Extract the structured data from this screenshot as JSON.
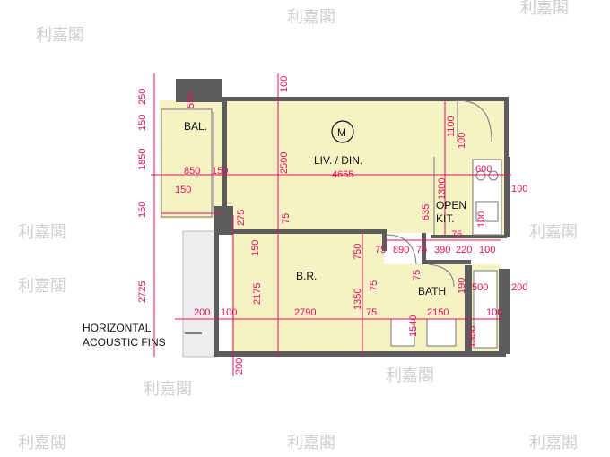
{
  "colors": {
    "floor": "#f5f2c4",
    "wall": "#5c5c5c",
    "dimension": "#e0115f",
    "grey": "#d9d9d9",
    "watermark": "#d6d6d6"
  },
  "rooms": {
    "balcony": "BAL.",
    "living": "LIV. / DIN.",
    "marker": "M",
    "kitchen_1": "OPEN",
    "kitchen_2": "KIT.",
    "bedroom": "B.R.",
    "bath": "BATH"
  },
  "note": {
    "line1": "HORIZONTAL",
    "line2": "ACOUSTIC FINS"
  },
  "watermark": {
    "text": "利嘉閣"
  },
  "dims": {
    "d250": "250",
    "d550": "550",
    "d100_top": "100",
    "d150_left": "150",
    "d1850": "1850",
    "d850": "850",
    "d150_bal": "150",
    "d150_low": "150",
    "d2500": "2500",
    "d4665": "4665",
    "d1100": "1100",
    "d100_kit": "100",
    "d600": "600",
    "d100_right": "100",
    "d1300": "1300",
    "d635": "635",
    "d75_kit": "75",
    "d100_kit2": "100",
    "d150_side": "150",
    "d275": "275",
    "d75_a": "75",
    "d150_br": "150",
    "d750": "750",
    "d75_b": "75",
    "d890": "890",
    "d75_c": "75",
    "d390": "390",
    "d220": "220",
    "d100_c": "100",
    "d2725": "2725",
    "d2175": "2175",
    "d1350_a": "1350",
    "d75_d": "75",
    "d75_e": "75",
    "d190": "190",
    "d500": "500",
    "d200_r": "200",
    "d200_l": "200",
    "d100_l": "100",
    "d2790": "2790",
    "d75_f": "75",
    "d1540": "1540",
    "d2150": "2150",
    "d100_bath": "100",
    "d1350_b": "1350",
    "d200_bottom": "200"
  }
}
